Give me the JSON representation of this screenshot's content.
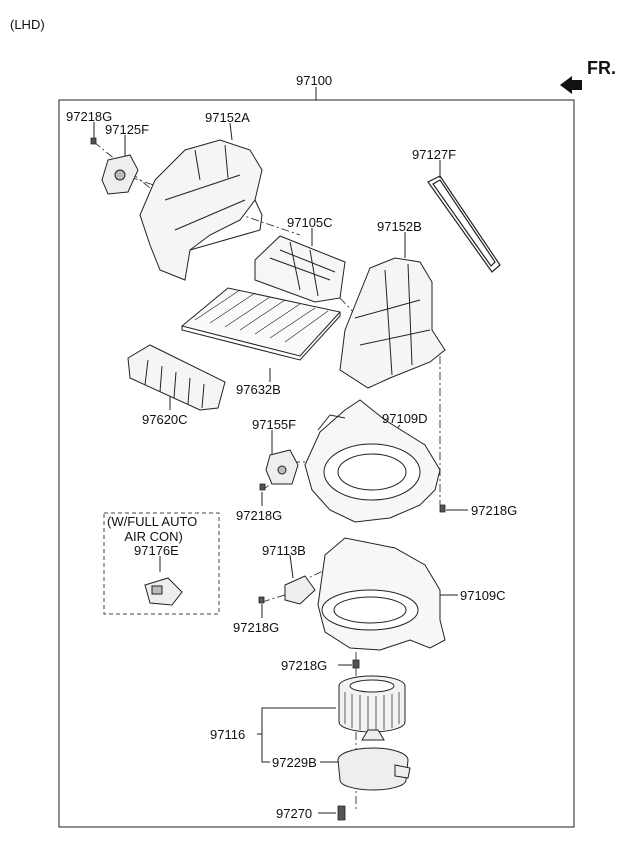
{
  "page": {
    "header": "(LHD)",
    "direction": "FR."
  },
  "labels": {
    "assembly": "97100",
    "screw_top": "97218G",
    "actuator_top": "97125F",
    "case_upper_a": "97152A",
    "filter_seal": "97127F",
    "filter_cover": "97105C",
    "case_upper_b": "97152B",
    "air_filter": "97632B",
    "grille": "97620C",
    "actuator_mid": "97155F",
    "blower_case_upper": "97109D",
    "screw_mid_left": "97218G",
    "screw_mid_right": "97218G",
    "option_note": "(W/FULL AUTO\n AIR CON)",
    "resistor_auto": "97176E",
    "resistor": "97113B",
    "blower_case_lower": "97109C",
    "screw_lower_left": "97218G",
    "screw_lower_center": "97218G",
    "blower_unit": "97116",
    "motor": "97229B",
    "bolt": "97270"
  }
}
